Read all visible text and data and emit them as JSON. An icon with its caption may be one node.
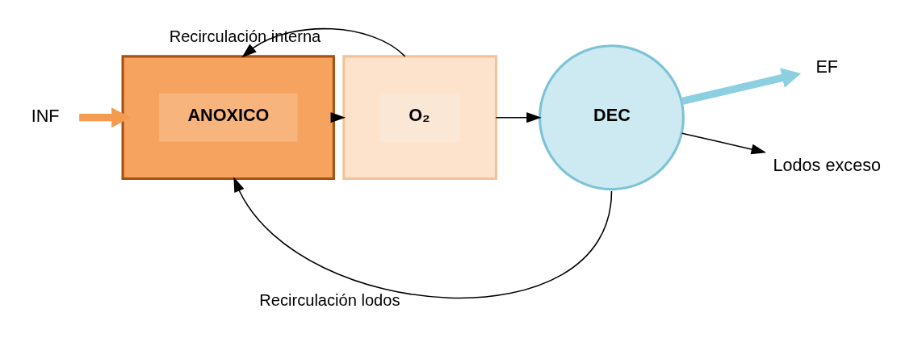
{
  "diagram": {
    "nodes": [
      {
        "text": [
          "INF"
        ]
      },
      {
        "text": [],
        "shape": "box"
      },
      {
        "text": [
          "ANOXICO"
        ],
        "in": 1
      },
      {
        "text": [],
        "shape": "box"
      },
      {
        "text": [
          "O₂"
        ],
        "in": 3
      },
      {
        "text": [
          "DEC"
        ]
      },
      {
        "text": [
          "EF"
        ]
      },
      {
        "text": [
          "Lodos exceso"
        ]
      }
    ],
    "edges": [
      {
        "from": 0,
        "to": 1,
        "arrow": "to",
        "style": "thick",
        "color": "#f39c4f"
      },
      {
        "from": 1,
        "to": 3,
        "arrow": "to"
      },
      {
        "from": 3,
        "to": 5,
        "arrow": "to"
      },
      {
        "from": 3,
        "to": 1,
        "arrow": "to",
        "label": "Recirculación interna"
      },
      {
        "from": 5,
        "to": 1,
        "arrow": "to",
        "label": "Recirculación lodos"
      },
      {
        "from": 5,
        "to": 7,
        "arrow": "to"
      },
      {
        "from": 5,
        "to": 6,
        "arrow": "to",
        "style": "thick",
        "color": "#8ccfe0"
      }
    ]
  }
}
